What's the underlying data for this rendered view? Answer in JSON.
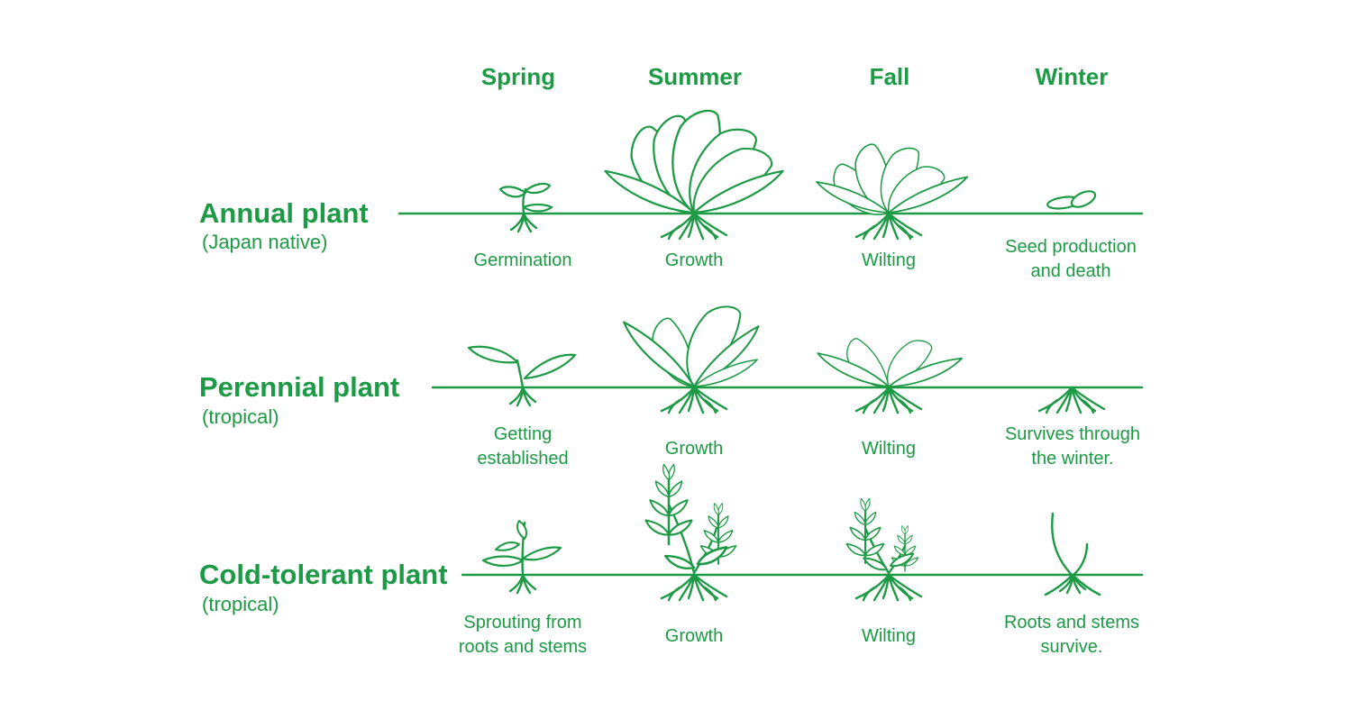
{
  "colors": {
    "accent": "#1d9a45",
    "background": "#ffffff"
  },
  "seasons": [
    "Spring",
    "Summer",
    "Fall",
    "Winter"
  ],
  "rows": [
    {
      "title": "Annual plant",
      "subtitle": "(Japan native)",
      "stages": [
        [
          "Germination"
        ],
        [
          "Growth"
        ],
        [
          "Wilting"
        ],
        [
          "Seed production",
          "and death"
        ]
      ]
    },
    {
      "title": "Perennial plant",
      "subtitle": "(tropical)",
      "stages": [
        [
          "Getting",
          "established"
        ],
        [
          "Growth"
        ],
        [
          "Wilting"
        ],
        [
          "Survives through",
          "the winter."
        ]
      ]
    },
    {
      "title": "Cold-tolerant plant",
      "subtitle": "(tropical)",
      "stages": [
        [
          "Sprouting from",
          "roots and stems"
        ],
        [
          "Growth"
        ],
        [
          "Wilting"
        ],
        [
          "Roots and stems",
          "survive."
        ]
      ]
    }
  ]
}
